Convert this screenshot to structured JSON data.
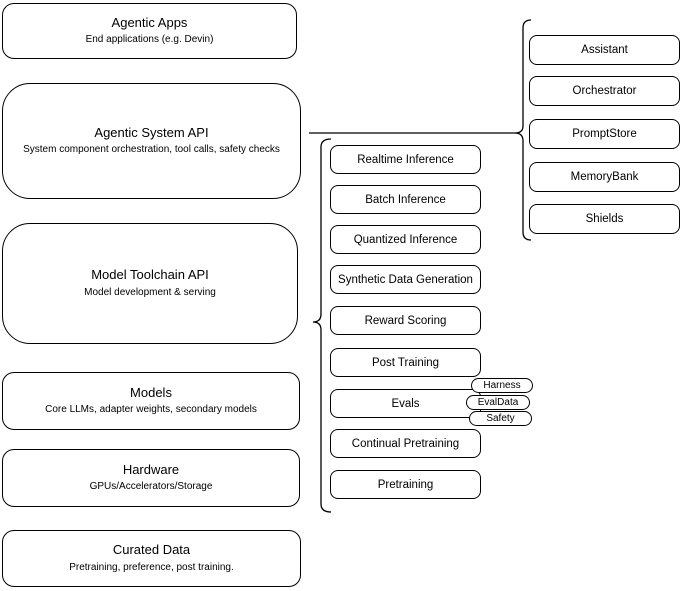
{
  "diagram": {
    "left_column": [
      {
        "title": "Agentic Apps",
        "subtitle": "End applications (e.g. Devin)"
      },
      {
        "title": "Agentic System API",
        "subtitle": "System component orchestration, tool calls, safety checks"
      },
      {
        "title": "Model Toolchain API",
        "subtitle": "Model development & serving"
      },
      {
        "title": "Models",
        "subtitle": "Core LLMs, adapter weights, secondary models"
      },
      {
        "title": "Hardware",
        "subtitle": "GPUs/Accelerators/Storage"
      },
      {
        "title": "Curated Data",
        "subtitle": "Pretraining, preference, post training."
      }
    ],
    "toolchain_services": [
      "Realtime Inference",
      "Batch Inference",
      "Quantized Inference",
      "Synthetic Data Generation",
      "Reward Scoring",
      "Post Training",
      "Evals",
      "Continual Pretraining",
      "Pretraining"
    ],
    "evals_tags": [
      "Harness",
      "EvalData",
      "Safety"
    ],
    "system_components": [
      "Assistant",
      "Orchestrator",
      "PromptStore",
      "MemoryBank",
      "Shields"
    ],
    "colors": {
      "line": "#000000",
      "background": "#ffffff",
      "text": "#000000"
    }
  }
}
